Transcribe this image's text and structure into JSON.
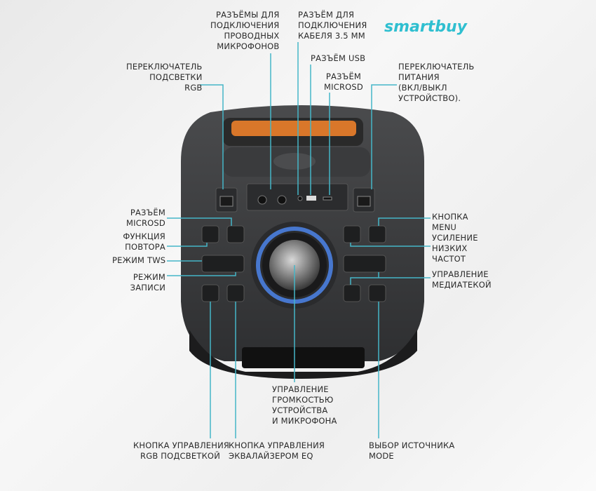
{
  "brand": "smartbuy",
  "line_color": "#45b6c8",
  "labels": {
    "mic_jacks": "РАЗЪЁМЫ ДЛЯ\nПОДКЛЮЧЕНИЯ\nПРОВОДНЫХ\nМИКРОФОНОВ",
    "aux_jack": "РАЗЪЁМ ДЛЯ\nПОДКЛЮЧЕНИЯ\nКАБЕЛЯ 3.5 ММ",
    "usb": "РАЗЪЁМ USB",
    "microsd_top": "РАЗЪЁМ\nMICROSD",
    "rgb_switch": "ПЕРЕКЛЮЧАТЕЛЬ\nПОДСВЕТКИ\nRGB",
    "power_switch": "ПЕРЕКЛЮЧАТЕЛЬ\nПИТАНИЯ\n(ВКЛ/ВЫКЛ\nУСТРОЙСТВО).",
    "microsd_left": "РАЗЪЁМ\nMICROSD",
    "repeat": "ФУНКЦИЯ\nПОВТОРА",
    "tws": "РЕЖИМ TWS",
    "record": "РЕЖИМ\nЗАПИСИ",
    "menu": "КНОПКА\nMENU",
    "bass": "УСИЛЕНИЕ\nНИЗКИХ\nЧАСТОТ",
    "media": "УПРАВЛЕНИЕ\nМЕДИАТЕКОЙ",
    "volume": "УПРАВЛЕНИЕ\nГРОМКОСТЬЮ\nУСТРОЙСТВА\nИ МИКРОФОНА",
    "rgb_button": "КНОПКА УПРАВЛЕНИЯ\nRGB ПОДСВЕТКОЙ",
    "eq_button": "КНОПКА УПРАВЛЕНИЯ\nЭКВАЛАЙЗЕРОМ EQ",
    "mode": "ВЫБОР ИСТОЧНИКА\nMODE"
  }
}
